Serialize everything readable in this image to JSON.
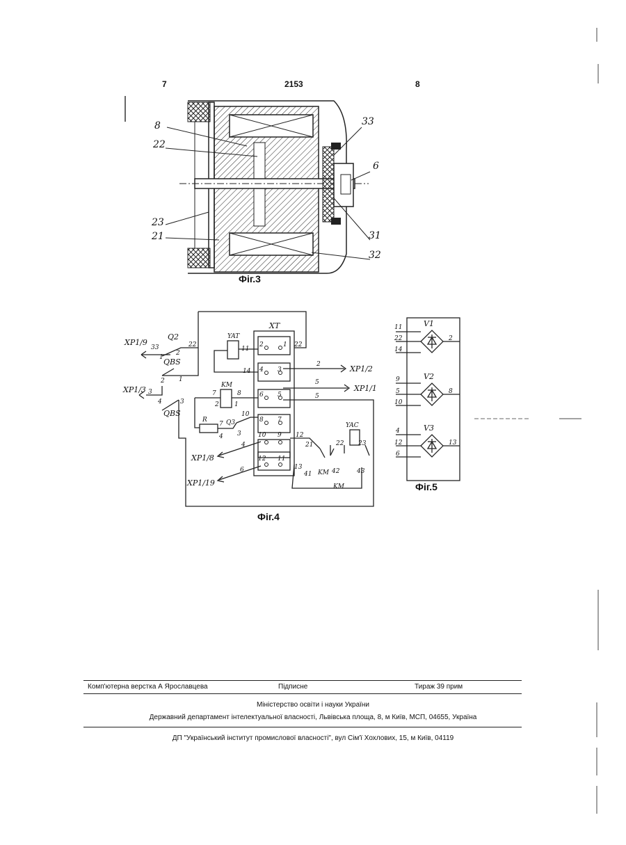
{
  "header": {
    "left_page": "7",
    "patent_number": "2153",
    "right_page": "8"
  },
  "figures": {
    "fig3": {
      "caption": "Фіг.3",
      "labels": {
        "l8": "8",
        "l22": "22",
        "l23": "23",
        "l21": "21",
        "l33": "33",
        "l6": "6",
        "l31": "31",
        "l32": "32"
      }
    },
    "fig4": {
      "caption": "Фіг.4",
      "labels": {
        "xp1_9": "XP1/9",
        "n33": "33",
        "n1": "1",
        "q2": "Q2",
        "n2a": "2",
        "n22a": "22",
        "qbs_top": "QBS",
        "n2b": "2",
        "n1b": "1",
        "xp1_3": "XP1/3",
        "n3a": "3",
        "n4a": "4",
        "n3b": "3",
        "qbs_bot": "QBS",
        "yat": "YAT",
        "n11": "11",
        "n14": "14",
        "xt": "XT",
        "t2": "2",
        "t1": "1",
        "n22b": "22",
        "t4": "4",
        "t3": "3",
        "w2": "2",
        "xp1_2": "XP1/2",
        "km_coil": "KM",
        "n7a": "7",
        "n8a": "8",
        "n2c": "2",
        "n1c": "1",
        "t6": "6",
        "t5": "5",
        "w5a": "5",
        "xp1_1": "XP1/1",
        "w5b": "5",
        "r": "R",
        "n7b": "7",
        "q3": "Q3",
        "n10": "10",
        "n4b": "4",
        "n3c": "3",
        "t8": "8",
        "t7": "7",
        "n4c": "4",
        "t10": "10",
        "t9": "9",
        "n12": "12",
        "yac": "YAC",
        "n21": "21",
        "n22c": "22",
        "n23": "23",
        "xp1_8": "XP1/8",
        "t12": "12",
        "t11": "11",
        "n13": "13",
        "xp1_19": "XP1/19",
        "n6": "6",
        "n41": "41",
        "km_a": "KM",
        "n42": "42",
        "n43": "43",
        "km_b": "KM"
      }
    },
    "fig5": {
      "caption": "Фіг.5",
      "labels": {
        "v1": "V1",
        "v1_11": "11",
        "v1_22": "22",
        "v1_14": "14",
        "v1_out": "2",
        "v2": "V2",
        "v2_9": "9",
        "v2_5": "5",
        "v2_10": "10",
        "v2_out": "8",
        "v3": "V3",
        "v3_4": "4",
        "v3_12": "12",
        "v3_6": "6",
        "v3_out": "13"
      }
    }
  },
  "imprint": {
    "typesetter": "Комп'ютерна верстка А  Ярославцева",
    "signed": "Підписне",
    "circulation": "Тираж 39 прим",
    "ministry": "Міністерство освіти і науки України",
    "department": "Державний департамент інтелектуальної власності, Львівська площа, 8, м  Київ, МСП, 04655, Україна",
    "institute": "ДП \"Український інститут промислової власності\", вул  Сім'ї Хохлових, 15, м  Київ, 04119"
  }
}
